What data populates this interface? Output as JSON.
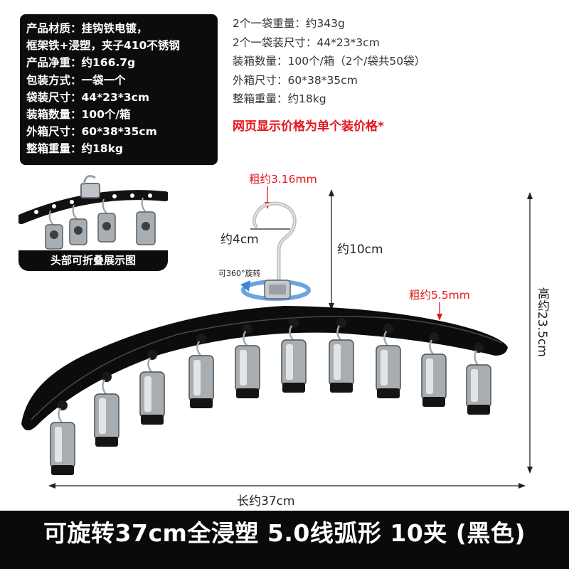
{
  "spec_box": {
    "lines": [
      "产品材质：挂钩铁电镀，",
      "框架铁+浸塑，夹子410不锈钢",
      "产品净重：约166.7g",
      "包装方式：一袋一个",
      "袋装尺寸：44*23*3cm",
      "装箱数量：100个/箱",
      "外箱尺寸：60*38*35cm",
      "整箱重量：约18kg"
    ]
  },
  "spec_plain": {
    "lines": [
      "2个一袋重量：约343g",
      "2个一袋装尺寸：44*23*3cm",
      "装箱数量：100个/箱（2个/袋共50袋）",
      "外箱尺寸：60*38*35cm",
      "整箱重量：约18kg"
    ],
    "price_note": "网页显示价格为单个装价格*"
  },
  "inset": {
    "caption": "头部可折叠展示图"
  },
  "dimensions": {
    "hook_thickness": "粗约3.16mm",
    "hook_width": "约4cm",
    "hook_height": "约10cm",
    "rotate": "可360°旋转",
    "frame_thickness": "粗约5.5mm",
    "total_height": "高约23.5cm",
    "total_length": "长约37cm"
  },
  "banner": {
    "title": "可旋转37cm全浸塑 5.0线弧形 10夹 (黑色)"
  },
  "colors": {
    "accent_red": "#e5151c",
    "frame_black": "#0c0c0c",
    "rotate_arrow_blue": "#3b86d8"
  },
  "product": {
    "clip_count": 10
  }
}
